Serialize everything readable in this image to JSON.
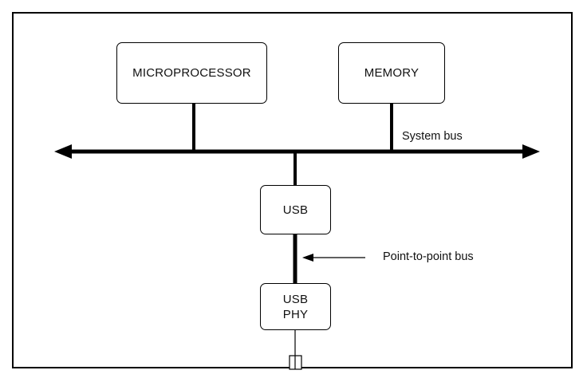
{
  "diagram": {
    "blocks": {
      "microprocessor": {
        "label": "MICROPROCESSOR"
      },
      "memory": {
        "label": "MEMORY"
      },
      "usb": {
        "label": "USB"
      },
      "usb_phy": {
        "line1": "USB",
        "line2": "PHY"
      }
    },
    "labels": {
      "system_bus": "System bus",
      "point_to_point_bus": "Point-to-point bus"
    }
  }
}
